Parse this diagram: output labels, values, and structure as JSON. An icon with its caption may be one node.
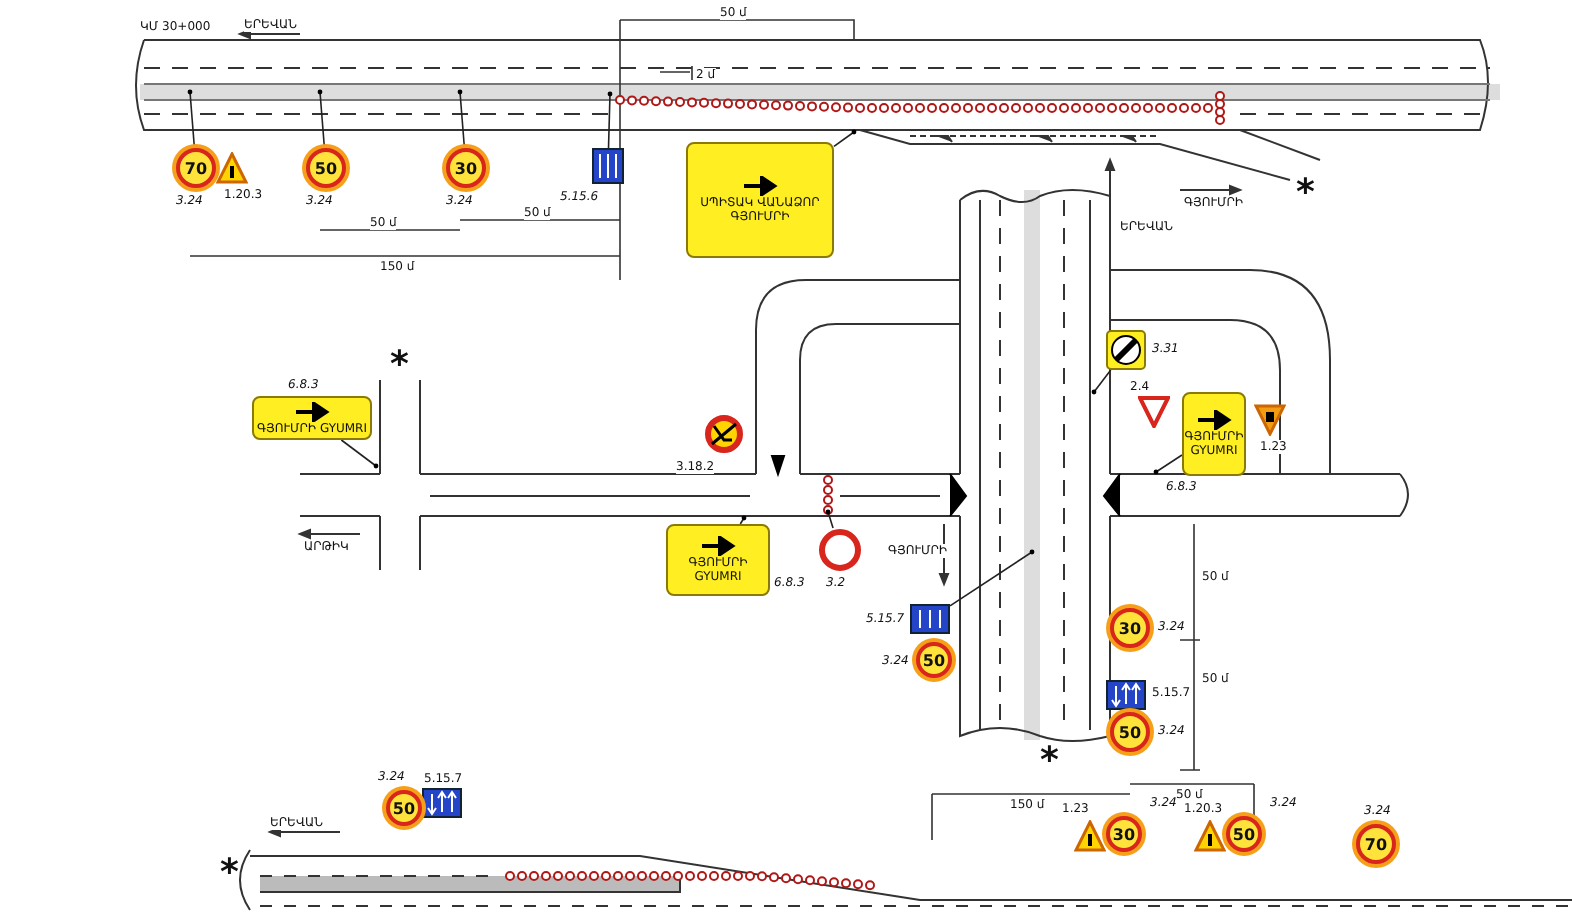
{
  "diagram": {
    "nodes": [
      {
        "text": [
          "ՍՊԻՏԱԿ ՎԱՆԱՁՈՐ",
          "ԳՅՈՒՄՐԻ"
        ]
      },
      {
        "text": [
          "ԳՅՈՒՄՐԻ GYUMRI"
        ],
        "beside": [
          "6.8.3"
        ]
      },
      {
        "text": [
          "ԳՅՈՒՄՐԻ GYUMRI"
        ],
        "beside": [
          "6.8.3"
        ]
      },
      {
        "text": [
          "ԳՅՈՒՄՐԻ GYUMRI"
        ],
        "beside": [
          "6.8.3"
        ]
      },
      {
        "text": [
          "70"
        ],
        "beside": [
          "3.24"
        ]
      },
      {
        "text": [
          "50"
        ],
        "beside": [
          "3.24"
        ]
      },
      {
        "text": [
          "30"
        ],
        "beside": [
          "3.24"
        ]
      },
      {
        "text": [
          "50"
        ],
        "beside": [
          "3.24"
        ]
      },
      {
        "text": [
          "30"
        ],
        "beside": [
          "3.24"
        ]
      },
      {
        "text": [
          "50"
        ],
        "beside": [
          "3.24"
        ]
      },
      {
        "text": [
          "50"
        ],
        "beside": [
          "3.24"
        ]
      },
      {
        "text": [
          "30"
        ],
        "beside": [
          "3.24"
        ]
      },
      {
        "text": [
          "50"
        ],
        "beside": [
          "3.24"
        ]
      },
      {
        "text": [
          "70"
        ],
        "beside": [
          "3.24"
        ]
      },
      {
        "text": [],
        "shape": "picture",
        "beside": [
          "5.15.6"
        ]
      },
      {
        "text": [],
        "shape": "picture",
        "beside": [
          "3.31"
        ]
      },
      {
        "text": [],
        "shape": "picture",
        "beside": [
          "5.15.7"
        ]
      },
      {
        "text": [],
        "shape": "circle",
        "beside": [
          "3.2"
        ]
      }
    ],
    "edges": [
      {
        "from": 0,
        "to": null,
        "arrow": "other"
      },
      {
        "from": 1,
        "to": null,
        "arrow": "other"
      },
      {
        "from": 2,
        "to": null,
        "arrow": "other"
      },
      {
        "from": 3,
        "to": null,
        "arrow": "other"
      },
      {
        "from": 4,
        "to": null,
        "arrow": "other"
      },
      {
        "from": 5,
        "to": null,
        "arrow": "other"
      },
      {
        "from": 6,
        "to": null,
        "arrow": "other"
      },
      {
        "from": 14,
        "to": null,
        "arrow": "other"
      },
      {
        "from": 15,
        "to": null,
        "arrow": "other"
      },
      {
        "from": 16,
        "to": null,
        "arrow": "other"
      },
      {
        "from": 17,
        "to": null,
        "arrow": "other"
      }
    ],
    "labels": [
      "ԿՄ 30+000",
      "ԵՐԵՎԱՆ",
      "50 մ",
      "2 մ",
      "1.20.3",
      "50 մ",
      "50 մ",
      "150 մ",
      "ԳՅՈՒՄՐԻ",
      "*",
      "ԵՐԵՎԱՆ",
      "*",
      "3.18.2",
      "ԱՐԹԻԿ",
      "2.4",
      "1.23",
      "ԳՅՈՒՄՐԻ",
      "50 մ",
      "5.15.7",
      "50 մ",
      "*",
      "150 մ",
      "50 մ",
      "1.23",
      "1.20.3",
      "5.15.7",
      "ԵՐԵՎԱՆ",
      "*"
    ]
  }
}
